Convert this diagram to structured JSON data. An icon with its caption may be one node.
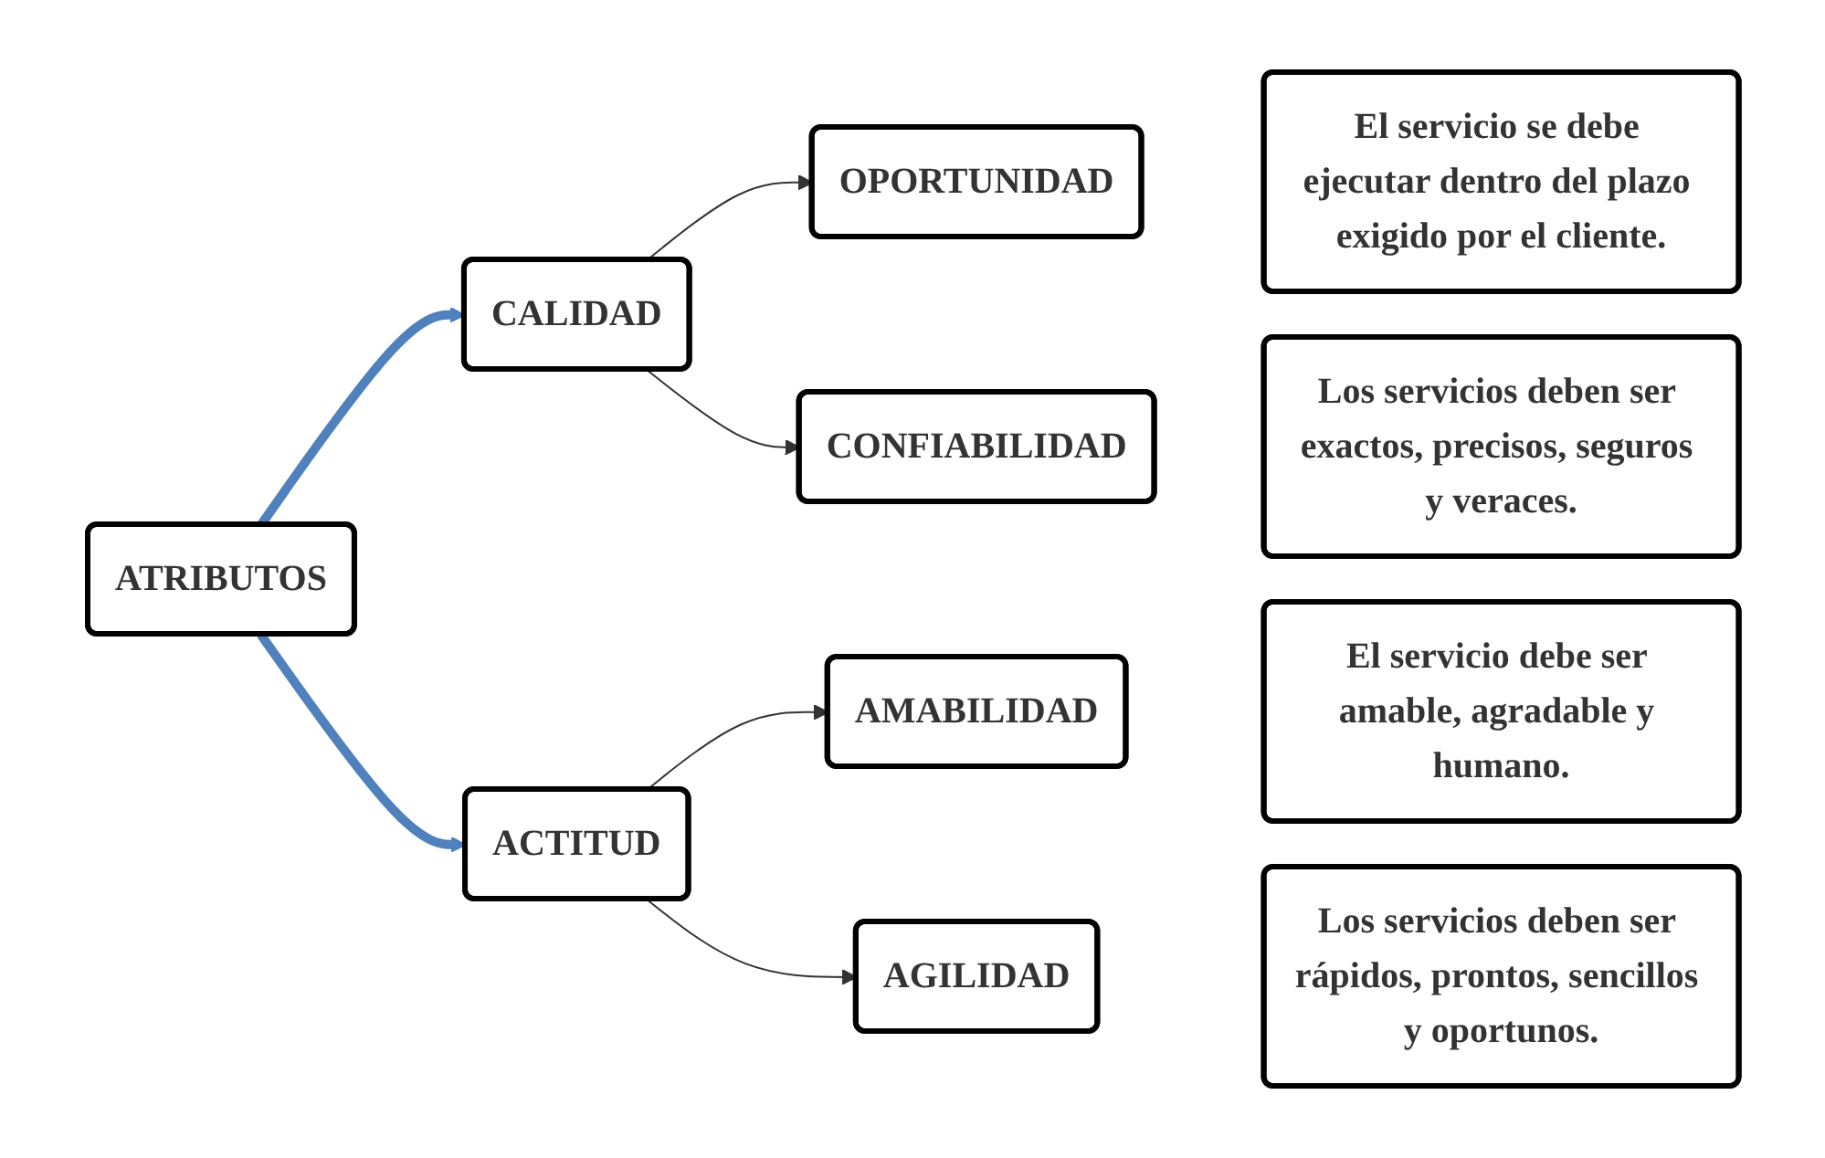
{
  "diagram": {
    "nodes": [
      {
        "text": [
          "ATRIBUTOS"
        ]
      },
      {
        "text": [
          "CALIDAD"
        ]
      },
      {
        "text": [
          "OPORTUNIDAD"
        ]
      },
      {
        "text": [
          "CONFIABILIDAD"
        ]
      },
      {
        "text": [
          "ACTITUD"
        ]
      },
      {
        "text": [
          "AMABILIDAD"
        ]
      },
      {
        "text": [
          "AGILIDAD"
        ]
      },
      {
        "text": [
          "El servicio se debe ejecutar dentro del plazo exigido por el cliente."
        ]
      },
      {
        "text": [
          "Los servicios deben ser exactos, precisos, seguros y veraces."
        ]
      },
      {
        "text": [
          "El servicio debe ser amable, agradable y humano."
        ]
      },
      {
        "text": [
          "Los servicios deben ser rápidos, prontos, sencillos y oportunos."
        ]
      }
    ],
    "edges": [
      {
        "from": 0,
        "to": 1,
        "arrow": "to",
        "style": "thick",
        "color": "#4f81bd"
      },
      {
        "from": 0,
        "to": 4,
        "arrow": "to",
        "style": "thick",
        "color": "#4f81bd"
      },
      {
        "from": 1,
        "to": 2,
        "arrow": "to"
      },
      {
        "from": 1,
        "to": 3,
        "arrow": "to"
      },
      {
        "from": 4,
        "to": 5,
        "arrow": "to"
      },
      {
        "from": 4,
        "to": 6,
        "arrow": "to"
      }
    ]
  }
}
